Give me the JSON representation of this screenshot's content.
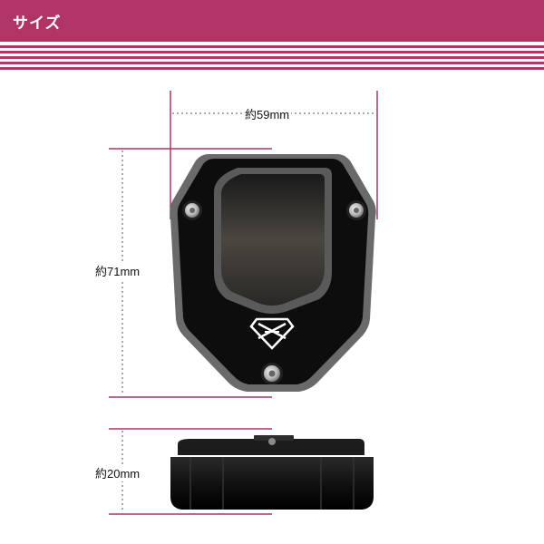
{
  "header": {
    "title": "サイズ",
    "color": "#b03466"
  },
  "dimensions": {
    "width_label": "約59mm",
    "height_label": "約71mm",
    "thickness_label": "約20mm",
    "line_color": "#b03466"
  }
}
